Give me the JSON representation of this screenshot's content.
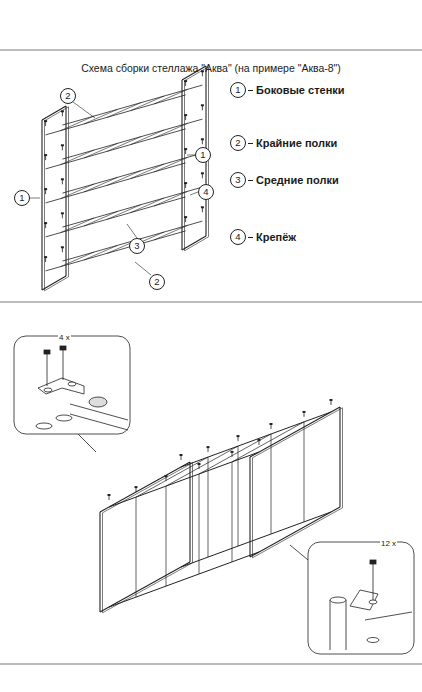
{
  "diagram": {
    "title": "Схема сборки стеллажа \"Аква\" (на примере \"Аква-8\")",
    "nodes": [
      {
        "text": [
          "2"
        ]
      },
      {
        "text": [
          "1"
        ]
      },
      {
        "text": [
          "4"
        ]
      },
      {
        "text": [
          "1"
        ]
      },
      {
        "text": [
          "3"
        ]
      },
      {
        "text": [
          "2"
        ]
      },
      {
        "text": [
          "1",
          "Боковые стенки"
        ]
      },
      {
        "text": [
          "2",
          "Крайние полки"
        ]
      },
      {
        "text": [
          "3",
          "Средние полки"
        ]
      },
      {
        "text": [
          "4",
          "Крепёж"
        ]
      }
    ],
    "edges": [],
    "labels": [
      "4 x",
      "12 x"
    ]
  }
}
